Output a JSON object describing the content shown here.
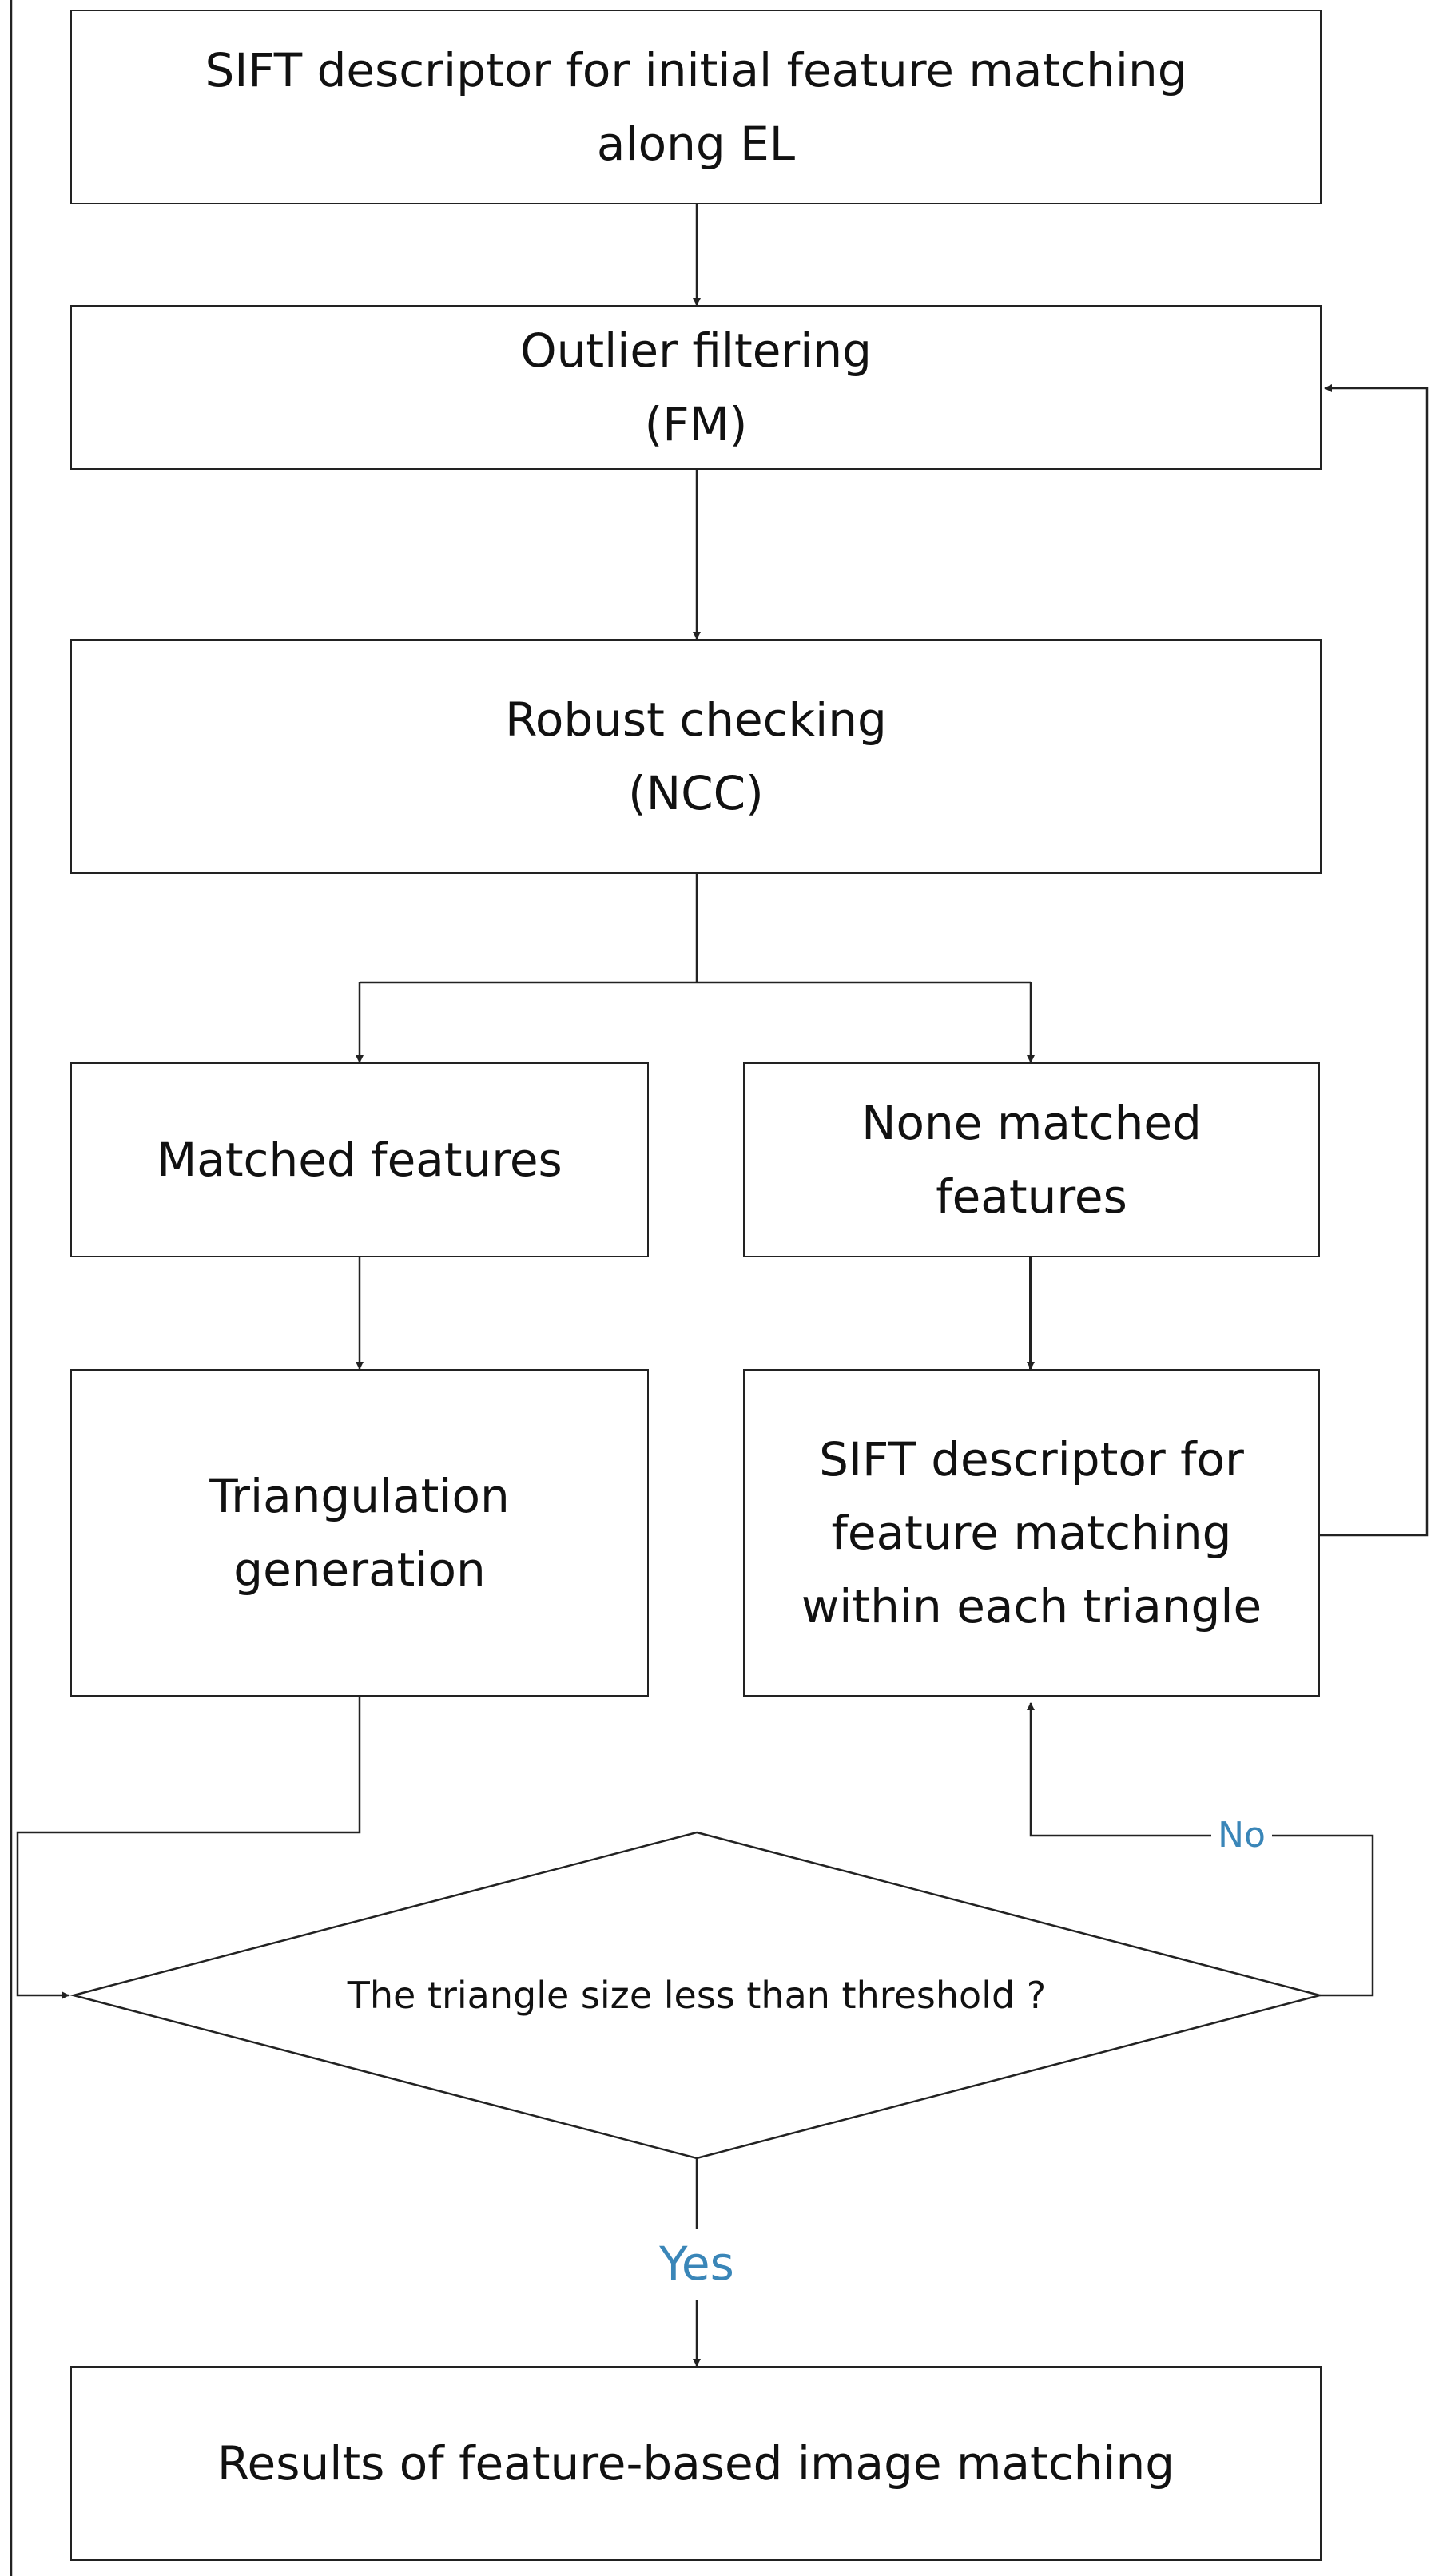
{
  "nodes": {
    "sift_initial": {
      "line1": "SIFT descriptor for initial feature matching",
      "line2": "along EL"
    },
    "outlier": {
      "line1": "Outlier filtering",
      "line2": "(FM)"
    },
    "robust": {
      "line1": "Robust checking",
      "line2": "(NCC)"
    },
    "matched": {
      "text": "Matched features"
    },
    "none_matched": {
      "line1": "None matched",
      "line2": "features"
    },
    "triangulation": {
      "line1": "Triangulation",
      "line2": "generation"
    },
    "sift_triangle": {
      "line1": "SIFT descriptor for",
      "line2": "feature matching",
      "line3": "within each triangle"
    },
    "decision": {
      "text": "The triangle size less than threshold ?"
    },
    "results": {
      "text": "Results of feature-based image matching"
    }
  },
  "edge_labels": {
    "no": "No",
    "yes": "Yes"
  },
  "colors": {
    "line": "#222222",
    "label_accent": "#3a86b8",
    "text": "#111111"
  }
}
